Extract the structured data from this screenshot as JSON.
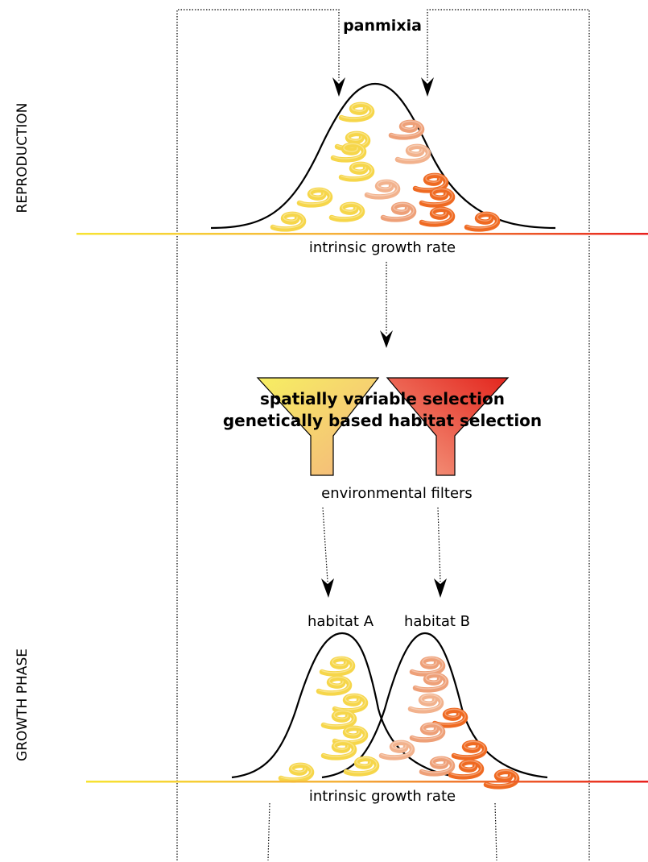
{
  "labels": {
    "panmixia": "panmixia",
    "reproduction": "REPRODUCTION",
    "growth_phase": "GROWTH PHASE",
    "top_axis": "intrinsic growth rate",
    "bottom_axis": "intrinsic growth rate",
    "selection_line1": "spatially variable selection",
    "selection_line2": "genetically based habitat selection",
    "filters": "environmental filters",
    "habitat_a": "habitat A",
    "habitat_b": "habitat B"
  },
  "colors": {
    "gradient_start": "#f7e332",
    "gradient_end": "#e8201e",
    "yellow_larva": "#f6d64a",
    "light_orange_larva": "#f2b28d",
    "salmon_larva": "#eea078",
    "orange_larva": "#ef6a22",
    "funnel_yellow_top": "#f7ef62",
    "funnel_yellow_bottom": "#f4c078",
    "funnel_red_top": "#e3261e",
    "funnel_red_bottom": "#f39a7e"
  },
  "icons": [
    "larva-icon",
    "funnel-icon",
    "arrowhead-icon"
  ]
}
